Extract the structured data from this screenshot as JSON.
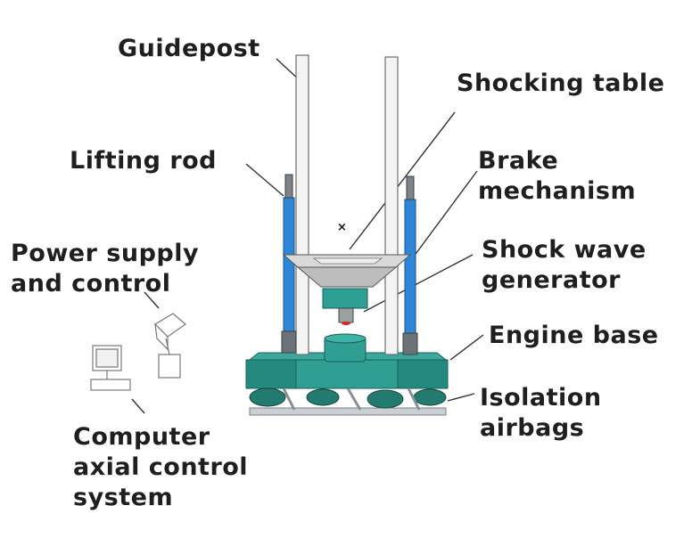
{
  "labels": {
    "guidepost": "Guidepost",
    "shocking_table": "Shocking table",
    "lifting_rod": "Lifting rod",
    "brake_mechanism": [
      "Brake",
      "mechanism"
    ],
    "power_supply": [
      "Power supply",
      "and control"
    ],
    "shock_wave_generator": [
      "Shock wave",
      "generator"
    ],
    "engine_base": "Engine base",
    "isolation_airbags": [
      "Isolation",
      "airbags"
    ],
    "computer_axial_control": [
      "Computer",
      "axial control",
      "system"
    ]
  },
  "center_mark": "×",
  "colors": {
    "text": "#1f1f1f",
    "leader": "#333333",
    "base": "#2f9e93",
    "base_dark": "#1e7d74",
    "lifting_rod": "#2f86d6",
    "guidepost": "#f2f2f2",
    "table": "#cfcfcf",
    "generator": "#2f9e93",
    "airbag": "#237a6e"
  }
}
